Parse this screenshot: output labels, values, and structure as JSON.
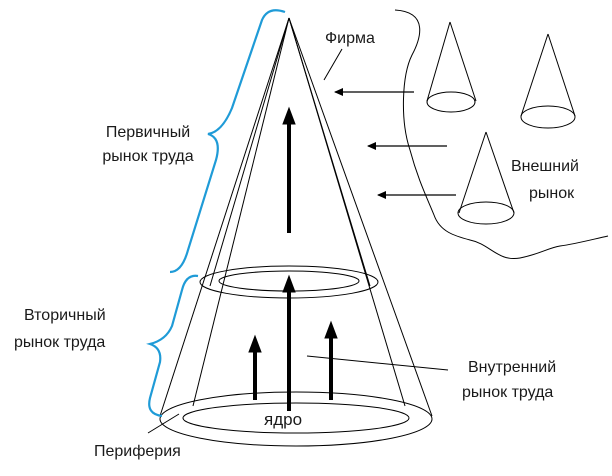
{
  "labels": {
    "firm": "Фирма",
    "primary_line1": "Первичный",
    "primary_line2": "рынок труда",
    "secondary_line1": "Вторичный",
    "secondary_line2": "рынок труда",
    "external_line1": "Внешний",
    "external_line2": "рынок",
    "internal_line1": "Внутренний",
    "internal_line2": "рынок труда",
    "core": "ядро",
    "periphery": "Периферия"
  },
  "colors": {
    "stroke": "#000000",
    "brace": "#1f9bd7",
    "text": "#1a1a1a"
  }
}
